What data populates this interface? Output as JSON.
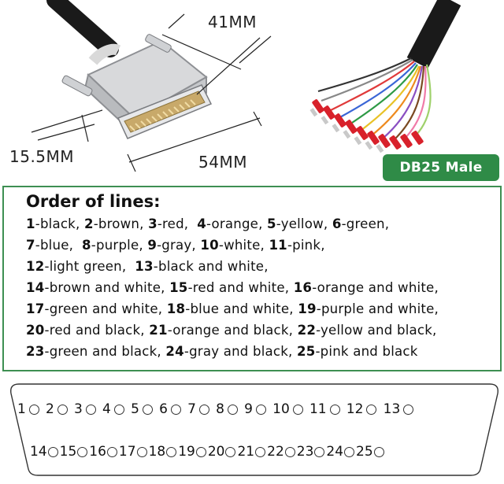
{
  "dimensions": {
    "width_label": "41MM",
    "height_label": "15.5MM",
    "length_label": "54MM"
  },
  "badge": {
    "label": "DB25 Male",
    "color": "#2f8b47"
  },
  "order": {
    "title": "Order of lines:",
    "border_color": "#3d8f52",
    "lines": [
      [
        [
          "1",
          "-black, "
        ],
        [
          "2",
          "-brown, "
        ],
        [
          "3",
          "-red,  "
        ],
        [
          "4",
          "-orange, "
        ],
        [
          "5",
          "-yellow, "
        ],
        [
          "6",
          "-green,"
        ]
      ],
      [
        [
          "7",
          "-blue,  "
        ],
        [
          "8",
          "-purple, "
        ],
        [
          "9",
          "-gray, "
        ],
        [
          "10",
          "-white, "
        ],
        [
          "11",
          "-pink,"
        ]
      ],
      [
        [
          "12",
          "-light green,  "
        ],
        [
          "13",
          "-black and white,"
        ]
      ],
      [
        [
          "14",
          "-brown and white, "
        ],
        [
          "15",
          "-red and white, "
        ],
        [
          "16",
          "-orange and white,"
        ]
      ],
      [
        [
          "17",
          "-green and white, "
        ],
        [
          "18",
          "-blue and white, "
        ],
        [
          "19",
          "-purple and white,"
        ]
      ],
      [
        [
          "20",
          "-red and black, "
        ],
        [
          "21",
          "-orange and black, "
        ],
        [
          "22",
          "-yellow and black,"
        ]
      ],
      [
        [
          "23",
          "-green and black, "
        ],
        [
          "24",
          "-gray and black, "
        ],
        [
          "25",
          "-pink and black"
        ]
      ]
    ]
  },
  "pins": {
    "top_row": [
      "1",
      "2",
      "3",
      "4",
      "5",
      "6",
      "7",
      "8",
      "9",
      "10",
      "11",
      "12",
      "13"
    ],
    "bottom_row": [
      "14",
      "15",
      "16",
      "17",
      "18",
      "19",
      "20",
      "21",
      "22",
      "23",
      "24",
      "25"
    ]
  }
}
